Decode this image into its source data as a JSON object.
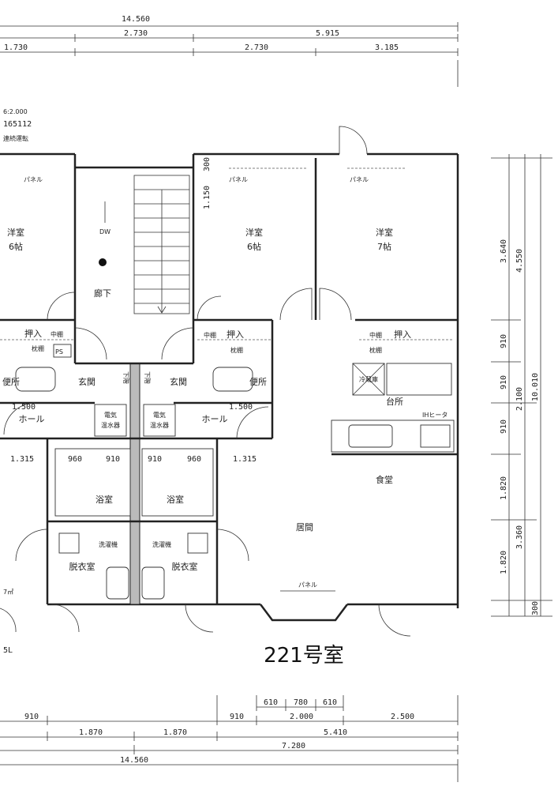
{
  "title": "221号室",
  "top_dims": {
    "row1": [
      "14.560"
    ],
    "row2": [
      "2.730",
      "5.915"
    ],
    "row3": [
      "1.730",
      "2.730",
      "3.185"
    ]
  },
  "bottom_dims": {
    "row1": [
      "610",
      "780",
      "610"
    ],
    "row2": [
      "910",
      "910",
      "2.000",
      "2.500"
    ],
    "row3": [
      "1.870",
      "1.870",
      "5.410"
    ],
    "row4": [
      "7.280"
    ],
    "row5": [
      "14.560"
    ]
  },
  "right_dims": {
    "col1": [
      "3.640",
      "910",
      "910",
      "910",
      "1.820",
      "1.820"
    ],
    "col2": [
      "4.550",
      "2.100",
      "3.360"
    ],
    "col3": [
      "10.010"
    ],
    "bottom": "300"
  },
  "left_notes": [
    "6:2.000",
    "165112",
    "連続運転"
  ],
  "left_bottom_notes": [
    "7㎡",
    "5L"
  ],
  "inner_dims": {
    "d300": "300",
    "d1150": "1.150",
    "d1500_left": "1.500",
    "d1500_right": "1.500",
    "d1315_left": "1.315",
    "d1315_right": "1.315",
    "bath_left": [
      "960",
      "910"
    ],
    "bath_right": [
      "910",
      "960"
    ]
  },
  "rooms": {
    "yoshitsu_left": "洋室",
    "yoshitsu_left_size": "6帖",
    "yoshitsu_mid": "洋室",
    "yoshitsu_mid_size": "6帖",
    "yoshitsu_right": "洋室",
    "yoshitsu_right_size": "7帖",
    "panel_left": "パネル",
    "panel_mid": "パネル",
    "panel_right": "パネル",
    "panel_bottom": "パネル",
    "dw": "DW",
    "rouka": "廊下",
    "oshiire_left": "押入",
    "nakadana_left": "中棚",
    "makuradana_left": "枕棚",
    "ps": "PS",
    "oshiire_mid": "押入",
    "nakadana_mid": "中棚",
    "makuradana_mid": "枕棚",
    "oshiire_right": "押入",
    "nakadana_right": "中棚",
    "makuradana_right": "枕棚",
    "benjo_left": "便所",
    "genkan_left": "玄関",
    "genkan_right": "玄関",
    "benjo_right": "便所",
    "hall_left": "ホール",
    "hall_right": "ホール",
    "heater_left": [
      "電気",
      "温水器"
    ],
    "heater_right": [
      "電気",
      "温水器"
    ],
    "gesui_left": "下階",
    "gesui_right": "下階",
    "reizoko": "冷蔵庫",
    "daidokoro": "台所",
    "ih": "IHヒータ",
    "shokudo": "食堂",
    "ima": "居間",
    "yokushitsu_left": "浴室",
    "yokushitsu_right": "浴室",
    "sentakuki_left": "洗濯機",
    "sentakuki_right": "洗濯機",
    "datsuishitsu_left": "脱衣室",
    "datsuishitsu_right": "脱衣室"
  }
}
